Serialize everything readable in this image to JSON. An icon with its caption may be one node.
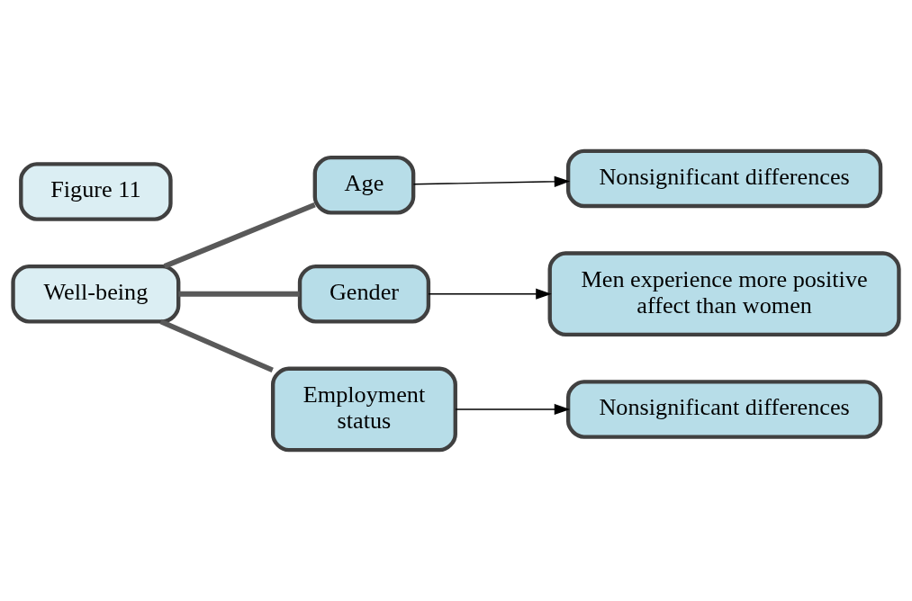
{
  "diagram": {
    "nodes": [
      {
        "text": [
          "Figure 11"
        ]
      },
      {
        "text": [
          "Well-being"
        ]
      },
      {
        "text": [
          "Age"
        ]
      },
      {
        "text": [
          "Nonsignificant differences"
        ]
      },
      {
        "text": [
          "Gender"
        ]
      },
      {
        "text": [
          "Men experience more positive affect than women"
        ]
      },
      {
        "text": [
          "Employment status"
        ]
      },
      {
        "text": [
          "Nonsignificant differences"
        ]
      }
    ],
    "edges": [
      {
        "from": 1,
        "to": 2,
        "arrow": "none",
        "style": "thick",
        "color": "#595959"
      },
      {
        "from": 1,
        "to": 4,
        "arrow": "none",
        "style": "thick",
        "color": "#595959"
      },
      {
        "from": 1,
        "to": 6,
        "arrow": "none",
        "style": "thick",
        "color": "#595959"
      },
      {
        "from": 2,
        "to": 3,
        "arrow": "to"
      },
      {
        "from": 4,
        "to": 5,
        "arrow": "to"
      },
      {
        "from": 6,
        "to": 7,
        "arrow": "to"
      }
    ]
  }
}
